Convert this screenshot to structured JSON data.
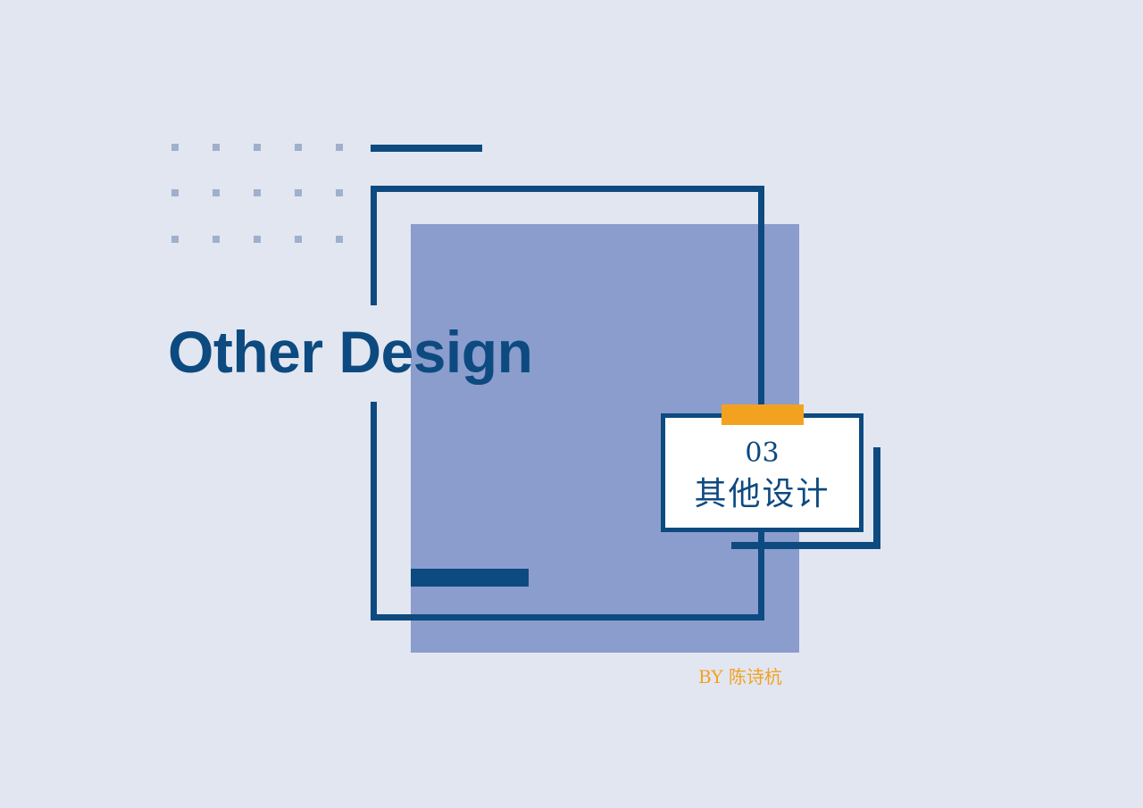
{
  "title": "Other Design",
  "card": {
    "number": "03",
    "label": "其他设计"
  },
  "author": "BY  陈诗杭",
  "colors": {
    "background": "#e2e6f1",
    "primary_blue": "#0d4a80",
    "shadow_periwinkle": "#8b9dcd",
    "accent_orange": "#f3a21f",
    "dot_gray_blue": "#9fb0cc",
    "card_white": "#ffffff"
  }
}
